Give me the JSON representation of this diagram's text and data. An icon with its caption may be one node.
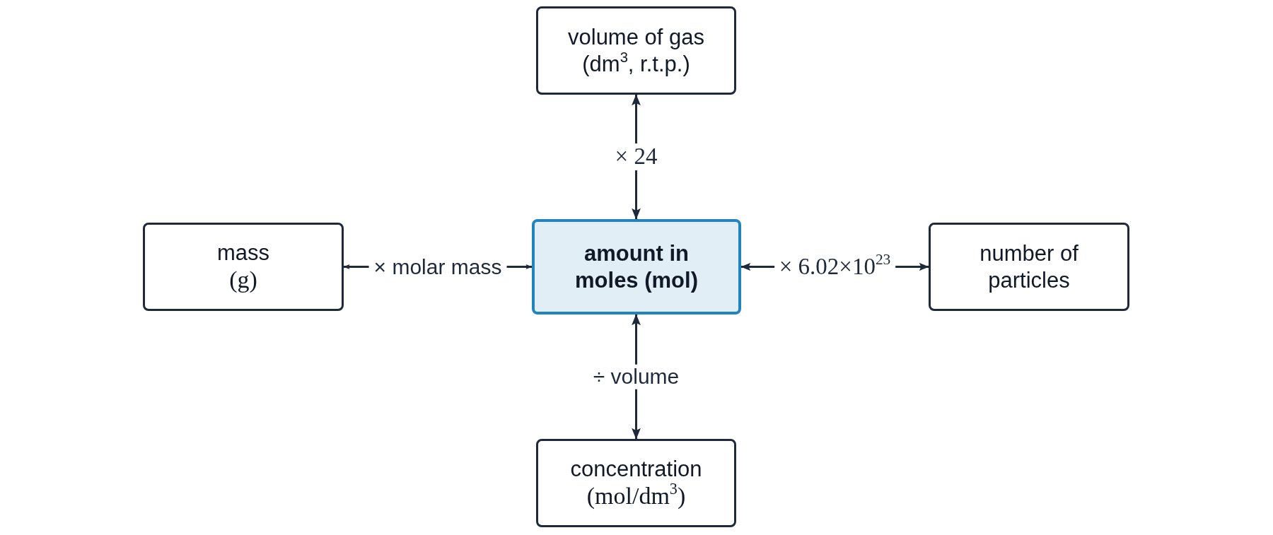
{
  "diagram": {
    "nodes": [
      {
        "text": [
          "volume of gas",
          "(dm$^{3}$, r.t.p.)"
        ]
      },
      {
        "text": [
          "mass",
          "(g)"
        ]
      },
      {
        "text": [
          "amount in moles (mol)"
        ]
      },
      {
        "text": [
          "number of particles"
        ]
      },
      {
        "text": [
          "concentration",
          "(mol/dm$^{3}$)"
        ]
      }
    ],
    "edges": [
      {
        "from": 2,
        "to": 0,
        "arrow": "both",
        "label": "× 24"
      },
      {
        "from": 1,
        "to": 2,
        "arrow": "both",
        "label": "× molar mass"
      },
      {
        "from": 2,
        "to": 3,
        "arrow": "both",
        "label": "× 6.02×10$^{23}$"
      },
      {
        "from": 2,
        "to": 4,
        "arrow": "both",
        "label": "÷ volume"
      }
    ]
  }
}
